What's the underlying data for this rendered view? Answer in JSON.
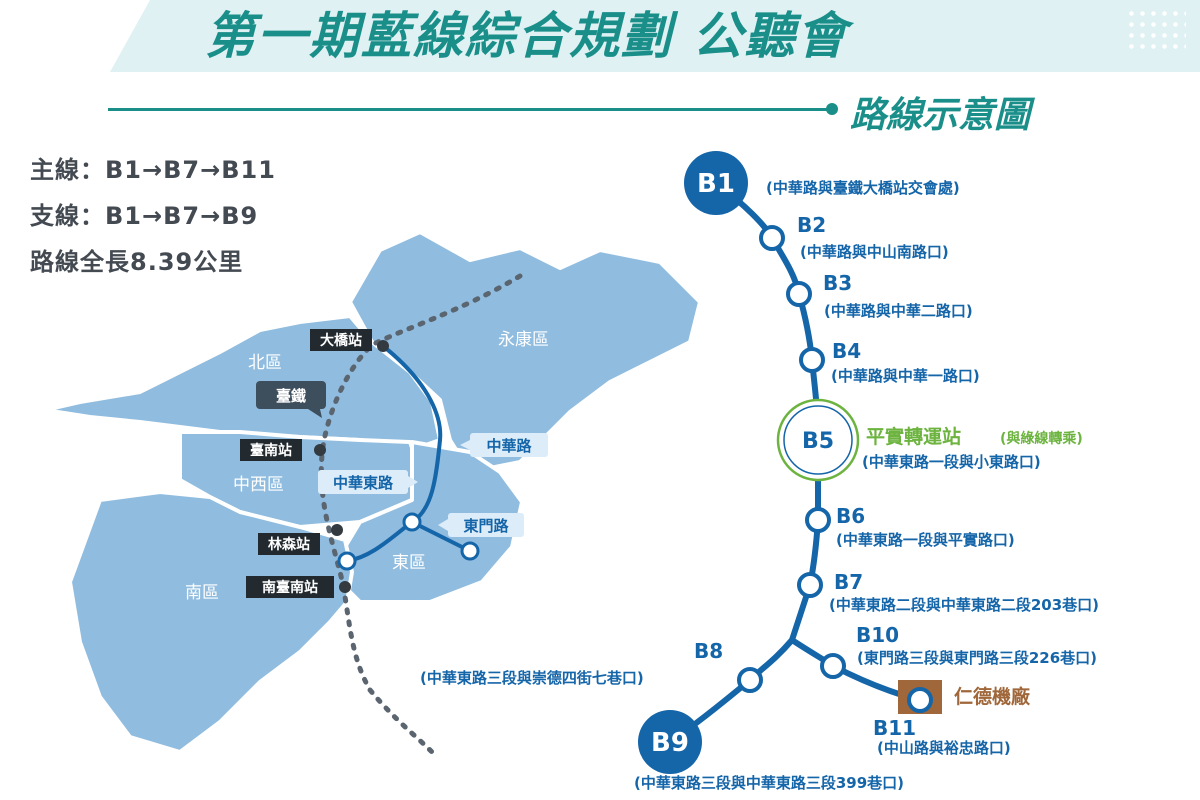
{
  "header": {
    "title": "第一期藍線綜合規劃 公聽會",
    "subtitle": "路線示意圖"
  },
  "info": {
    "main_line": "主線：B1→B7→B11",
    "branch_line": "支線：B1→B7→B9",
    "total_length": "路線全長8.39公里"
  },
  "map": {
    "districts": {
      "yongkang": "永康區",
      "north": "北區",
      "westcentral": "中西區",
      "east": "東區",
      "south": "南區"
    },
    "tra_stations": {
      "daqiao": "大橋站",
      "tainan": "臺南站",
      "linsen": "林森站",
      "south_tainan": "南臺南站"
    },
    "rail_tag": "臺鐵",
    "roads": {
      "zhonghua": "中華路",
      "zhonghua_east": "中華東路",
      "dongmen": "東門路"
    }
  },
  "stations": [
    {
      "code": "B1",
      "address": "(中華路與臺鐵大橋站交會處)"
    },
    {
      "code": "B2",
      "address": "(中華路與中山南路口)"
    },
    {
      "code": "B3",
      "address": "(中華路與中華二路口)"
    },
    {
      "code": "B4",
      "address": "(中華路與中華一路口)"
    },
    {
      "code": "B5",
      "name": "平實轉運站",
      "note": "(與綠線轉乘)",
      "address": "(中華東路一段與小東路口)"
    },
    {
      "code": "B6",
      "address": "(中華東路一段與平實路口)"
    },
    {
      "code": "B7",
      "address": "(中華東路二段與中華東路二段203巷口)"
    },
    {
      "code": "B8",
      "address": "(中華東路三段與崇德四街七巷口)"
    },
    {
      "code": "B9",
      "address": "(中華東路三段與中華東路三段399巷口)"
    },
    {
      "code": "B10",
      "address": "(東門路三段與東門路三段226巷口)"
    },
    {
      "code": "B11",
      "address": "(中山路與裕忠路口)"
    }
  ],
  "depot": "仁德機廠",
  "colors": {
    "line_blue": "#1565a9",
    "teal": "#1a8f8a",
    "district_blue": "#8fbcdf",
    "green": "#6cb33f",
    "depot_brown": "#a0673a"
  }
}
